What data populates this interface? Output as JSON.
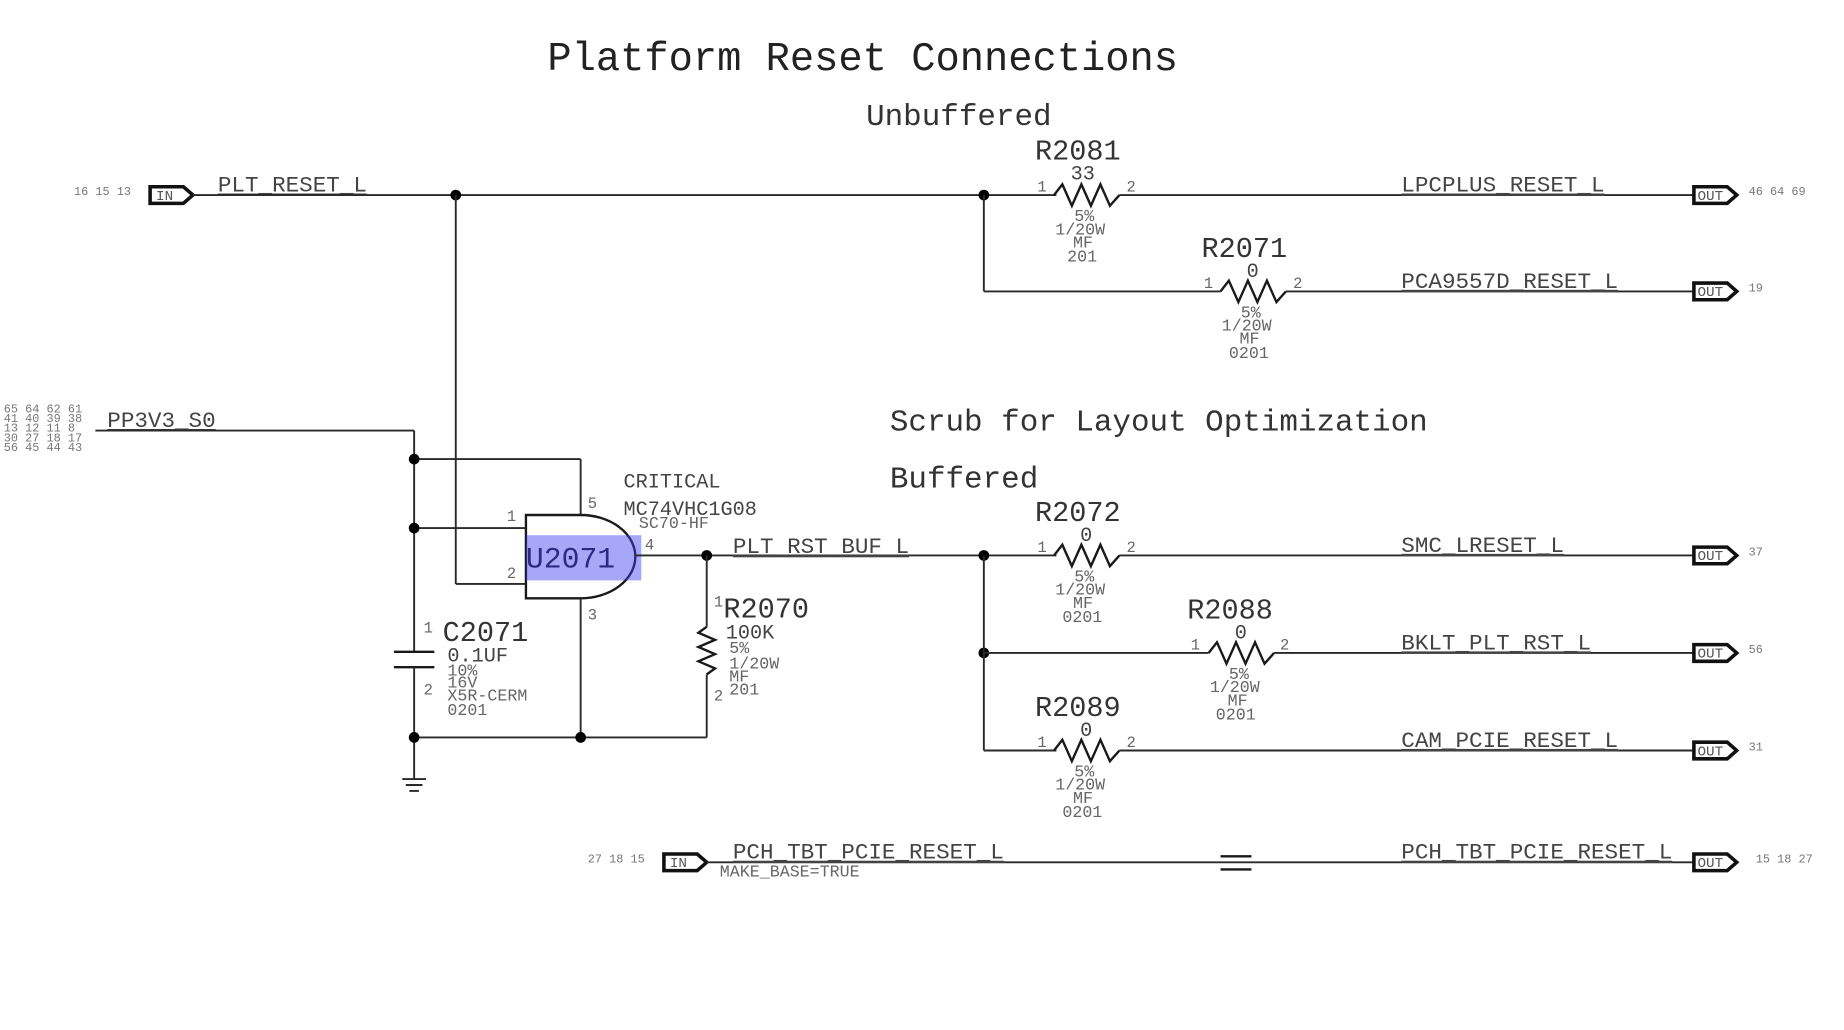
{
  "title": "Platform Reset Connections",
  "sections": {
    "unbuffered": "Unbuffered",
    "scrub": "Scrub for Layout Optimization",
    "buffered": "Buffered"
  },
  "nets": {
    "plt_reset_l": {
      "name": "PLT_RESET_L",
      "port": "IN",
      "pages": "16 15 13"
    },
    "pp3v3_s0": {
      "name": "PP3V3_S0",
      "pages": [
        "65 64 62 61",
        "41 40 39 38",
        "13 12 11 8",
        "30 27 18 17",
        "56 45 44 43"
      ]
    },
    "lpcplus_reset_l": {
      "name": "LPCPLUS_RESET_L",
      "port": "OUT",
      "pages": "46 64 69"
    },
    "pca9557d_reset_l": {
      "name": "PCA9557D_RESET_L",
      "port": "OUT",
      "pages": "19"
    },
    "plt_rst_buf_l": {
      "name": "PLT_RST_BUF_L"
    },
    "smc_lreset_l": {
      "name": "SMC_LRESET_L",
      "port": "OUT",
      "pages": "37"
    },
    "bklt_plt_rst_l": {
      "name": "BKLT_PLT_RST_L",
      "port": "OUT",
      "pages": "56"
    },
    "cam_pcie_reset_l": {
      "name": "CAM_PCIE_RESET_L",
      "port": "OUT",
      "pages": "31"
    },
    "pch_tbt_pcie_reset_in": {
      "name": "PCH_TBT_PCIE_RESET_L",
      "port": "IN",
      "pages": "27 18 15",
      "property": "MAKE_BASE=TRUE"
    },
    "pch_tbt_pcie_reset_out": {
      "name": "PCH_TBT_PCIE_RESET_L",
      "port": "OUT",
      "pages": "15 18 27"
    }
  },
  "components": {
    "r2081": {
      "ref": "R2081",
      "value": "33",
      "tol": "5%",
      "power": "1/20W",
      "type": "MF",
      "pkg": "201",
      "pin1": "1",
      "pin2": "2"
    },
    "r2071": {
      "ref": "R2071",
      "value": "0",
      "tol": "5%",
      "power": "1/20W",
      "type": "MF",
      "pkg": "0201",
      "pin1": "1",
      "pin2": "2"
    },
    "r2072": {
      "ref": "R2072",
      "value": "0",
      "tol": "5%",
      "power": "1/20W",
      "type": "MF",
      "pkg": "0201",
      "pin1": "1",
      "pin2": "2"
    },
    "r2088": {
      "ref": "R2088",
      "value": "0",
      "tol": "5%",
      "power": "1/20W",
      "type": "MF",
      "pkg": "0201",
      "pin1": "1",
      "pin2": "2"
    },
    "r2089": {
      "ref": "R2089",
      "value": "0",
      "tol": "5%",
      "power": "1/20W",
      "type": "MF",
      "pkg": "0201",
      "pin1": "1",
      "pin2": "2"
    },
    "r2070": {
      "ref": "R2070",
      "value": "100K",
      "tol": "5%",
      "power": "1/20W",
      "type": "MF",
      "pkg": "201",
      "pin1": "1",
      "pin2": "2"
    },
    "c2071": {
      "ref": "C2071",
      "value": "0.1UF",
      "tol": "10%",
      "voltage": "16V",
      "type": "X5R-CERM",
      "pkg": "0201",
      "pin1": "1",
      "pin2": "2"
    },
    "u2071": {
      "ref": "U2071",
      "tag": "CRITICAL",
      "part": "MC74VHC1G08",
      "pkg": "SC70-HF",
      "pin1": "1",
      "pin2": "2",
      "pin3": "3",
      "pin4": "4",
      "pin5": "5",
      "selected": true
    }
  },
  "colors": {
    "selection": "#3b3bf0",
    "wire": "#2a2a2a",
    "background": "#ffffff"
  }
}
